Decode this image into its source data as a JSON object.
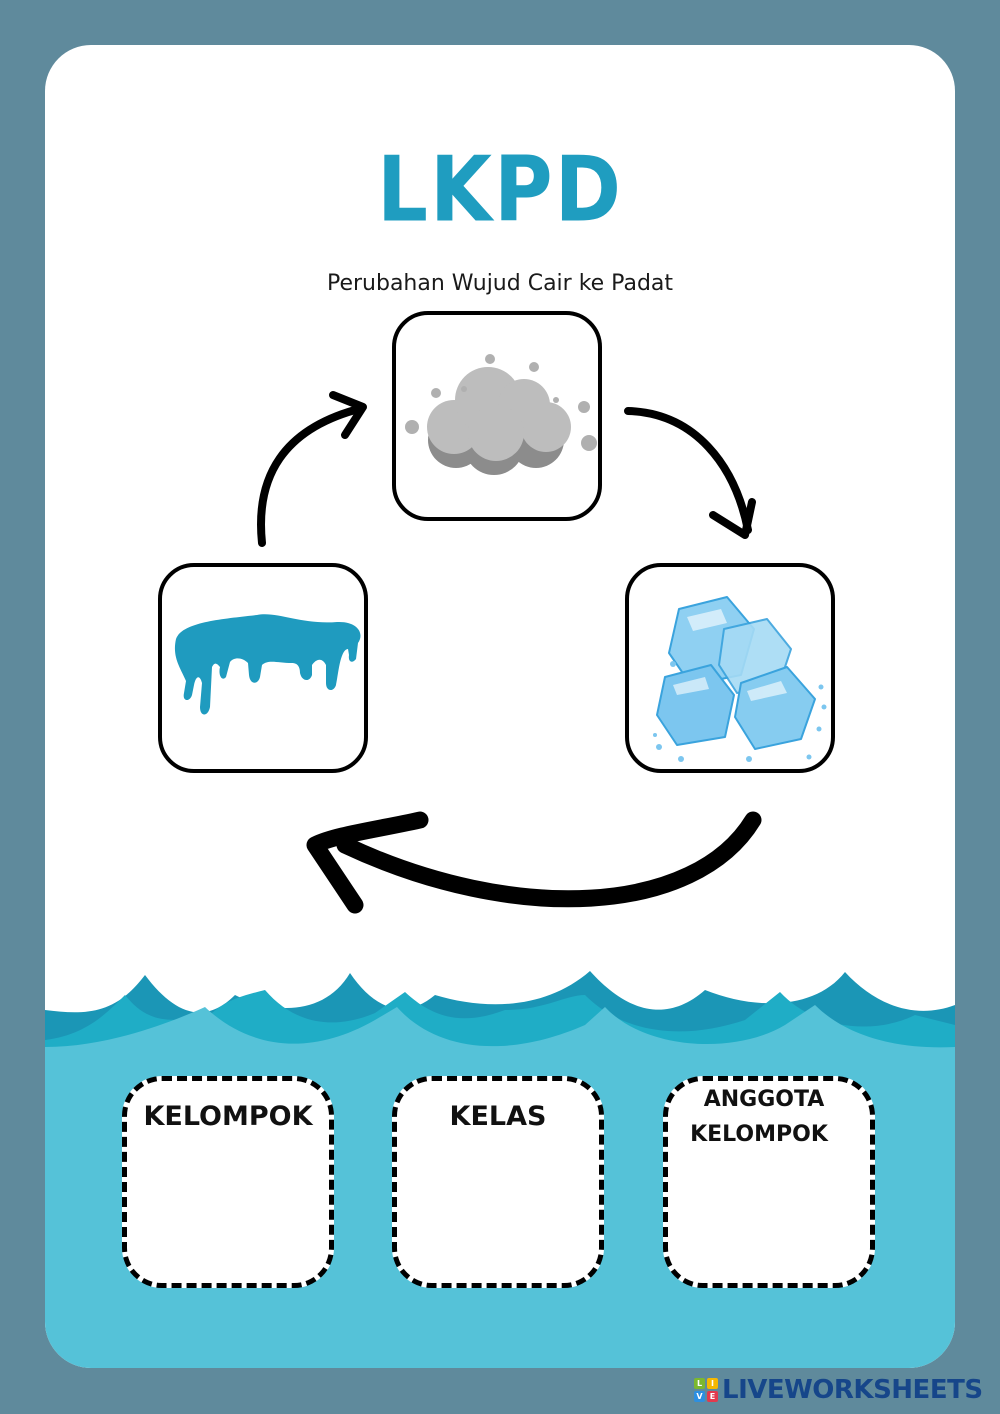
{
  "page": {
    "title": "LKPD",
    "subtitle": "Perubahan Wujud Cair ke Padat"
  },
  "colors": {
    "page_background": "#5f8a9c",
    "card_background": "#ffffff",
    "title": "#1f9dc0",
    "liquid": "#1f9bbf",
    "cloud": "#bdbdbd",
    "cloud_shadow": "#8c8c8c",
    "ice": "#7fc8ee",
    "water_fill": "#55c2d8",
    "wave_dark": "#1b96b6",
    "wave_mid": "#1fadc6",
    "brand_text": "#16468a"
  },
  "cycle": {
    "states": [
      {
        "name": "gas",
        "icon": "cloud-icon"
      },
      {
        "name": "liquid",
        "icon": "dripping-liquid-icon"
      },
      {
        "name": "solid",
        "icon": "ice-cubes-icon"
      }
    ],
    "arrows": [
      {
        "from": "liquid",
        "to": "gas",
        "icon": "curved-arrow-up-right-icon"
      },
      {
        "from": "gas",
        "to": "solid",
        "icon": "curved-arrow-down-right-icon"
      },
      {
        "from": "solid",
        "to": "liquid",
        "icon": "curved-arrow-left-icon"
      }
    ]
  },
  "fields": [
    {
      "label": "KELOMPOK",
      "value": ""
    },
    {
      "label": "KELAS",
      "value": ""
    },
    {
      "label_line1": "ANGGOTA",
      "label_line2": "KELOMPOK",
      "value": ""
    }
  ],
  "footer": {
    "brand": "LIVEWORKSHEETS",
    "logo_letters": [
      "L",
      "I",
      "V",
      "E"
    ]
  }
}
